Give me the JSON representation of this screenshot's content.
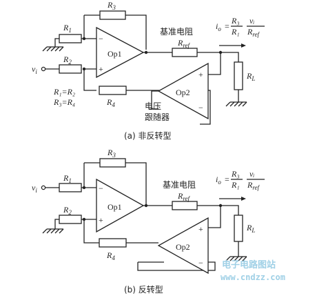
{
  "labels": {
    "r1": "R",
    "r1_sub": "1",
    "r2": "R",
    "r2_sub": "2",
    "r3": "R",
    "r3_sub": "3",
    "r4": "R",
    "r4_sub": "4",
    "rref": "R",
    "rref_sub": "ref",
    "rl": "R",
    "rl_sub": "L",
    "vi": "v",
    "vi_sub": "i",
    "op1": "Op1",
    "op2": "Op2",
    "minus": "−",
    "plus": "+",
    "ref_resistor_cn": "基准电阻",
    "follower_cn_1": "电压",
    "follower_cn_2": "跟随器",
    "eq_line1": "R₁=R₂",
    "eq_line2": "R₃=R₄",
    "formula_lhs": "i",
    "formula_lhs_sub": "o",
    "formula_eq": "=",
    "formula_num1": "R₃",
    "formula_den1": "R₁",
    "formula_num2": "vᵢ",
    "formula_den2": "R",
    "formula_den2_sub": "ref"
  },
  "captions": {
    "a": "(a) 非反转型",
    "b": "(b) 反转型"
  },
  "watermark": {
    "cn": "电子电路图站",
    "url": "www.cndzz.com"
  }
}
